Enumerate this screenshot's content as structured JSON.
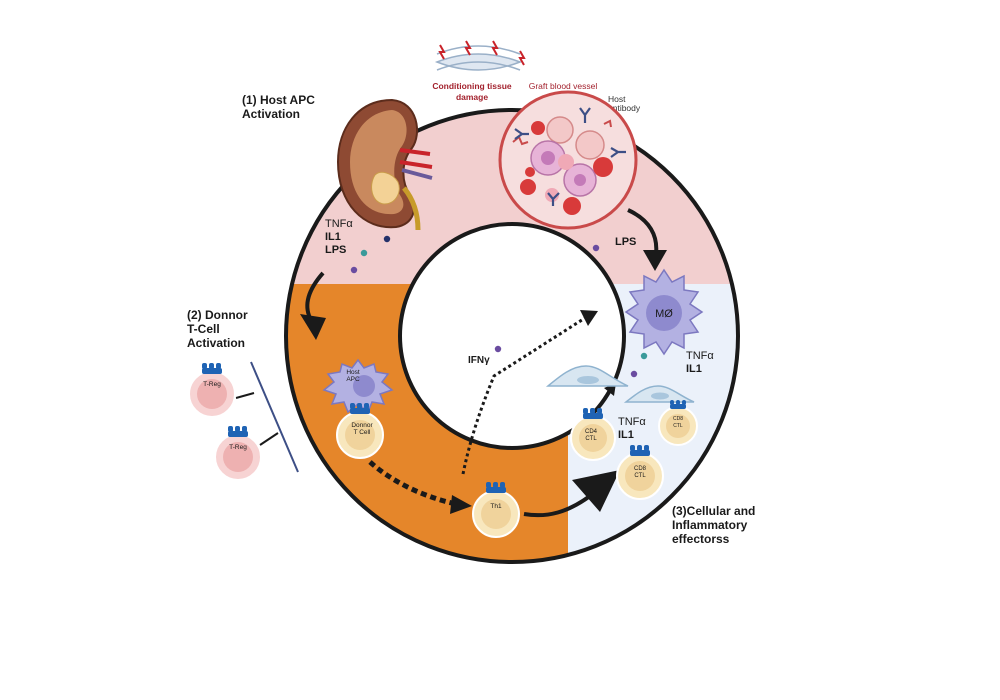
{
  "sections": {
    "host_apc": {
      "title_line1": "(1) Host APC",
      "title_line2": "Activation"
    },
    "donor_tcell": {
      "title_line1": "(2) Donnor",
      "title_line2": "T-Cell",
      "title_line3": "Activation"
    },
    "effectors": {
      "title_line1": "(3)Cellular and",
      "title_line2": "Inflammatory",
      "title_line3": "effectorss"
    }
  },
  "top_labels": {
    "conditioning_line1": "Conditioning tissue",
    "conditioning_line2": "damage",
    "graft_vessel": "Graft blood vessel",
    "host_antibody_line1": "Host",
    "host_antibody_line2": "antibody"
  },
  "cytokines": {
    "apc_tnf": "TNFα",
    "apc_il1": "IL1",
    "apc_lps": "LPS",
    "vessel_lps": "LPS",
    "ifng": "IFNγ",
    "mac_tnf": "TNFα",
    "mac_il1": "IL1",
    "ctl_tnf": "TNFα",
    "ctl_il1": "IL1"
  },
  "cells": {
    "treg_1": "T-Reg",
    "treg_2": "T-Reg",
    "host_apc_line1": "Host",
    "host_apc_line2": "APC",
    "donor_t_line1": "Donnor",
    "donor_t_line2": "T Cell",
    "th1": "Th1",
    "macrophage": "MØ",
    "cd4_line1": "CD4",
    "cd4_line2": "CTL",
    "cd8a_line1": "CD8",
    "cd8a_line2": "CTL",
    "cd8b_line1": "CD8",
    "cd8b_line2": "CTL"
  },
  "colors": {
    "ring_stroke": "#1a1a1a",
    "pink_sector": "#f2cfcf",
    "orange_sector": "#e5862a",
    "blue_sector": "#ebf1fa",
    "title_red": "#a3222e",
    "tcell_fill": "#f8e7bd",
    "treg_fill": "#f3bcbc",
    "apc_purple": "#b3b1e2"
  }
}
